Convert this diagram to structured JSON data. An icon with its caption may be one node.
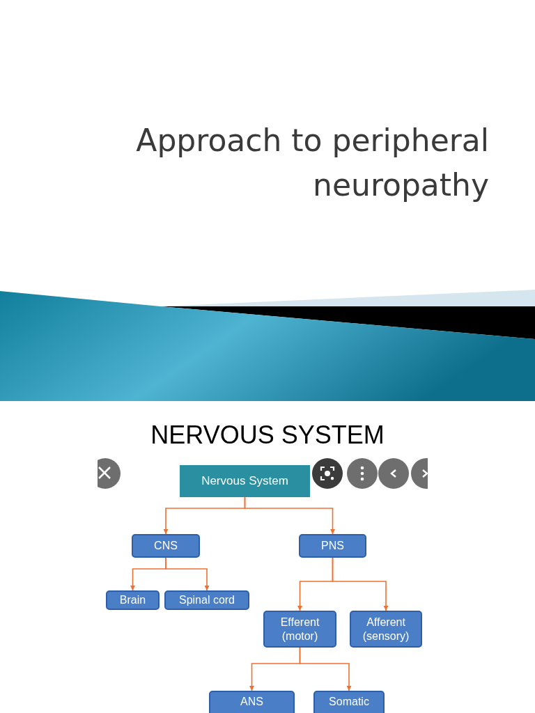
{
  "diagram": {
    "title": "Approach to peripheral neuropathy",
    "nodes": [
      {
        "text": [
          "Nervous System"
        ]
      },
      {
        "text": [
          "CNS"
        ]
      },
      {
        "text": [
          "PNS"
        ]
      },
      {
        "text": [
          "Brain"
        ]
      },
      {
        "text": [
          "Spinal cord"
        ]
      },
      {
        "text": [
          "Efferent (motor)"
        ]
      },
      {
        "text": [
          "Afferent (sensory)"
        ]
      },
      {
        "text": [
          "ANS"
        ]
      },
      {
        "text": [
          "Somatic"
        ]
      }
    ],
    "edges": [
      {
        "from": 0,
        "to": 1,
        "arrow": "to"
      },
      {
        "from": 0,
        "to": 2,
        "arrow": "to"
      },
      {
        "from": 1,
        "to": 3,
        "arrow": "to"
      },
      {
        "from": 1,
        "to": 4,
        "arrow": "to"
      },
      {
        "from": 2,
        "to": 5,
        "arrow": "to"
      },
      {
        "from": 2,
        "to": 6,
        "arrow": "to"
      },
      {
        "from": 5,
        "to": 7,
        "arrow": "to"
      },
      {
        "from": 5,
        "to": 8,
        "arrow": "to"
      }
    ],
    "labels": [
      "NERVOUS SYSTEM"
    ]
  }
}
